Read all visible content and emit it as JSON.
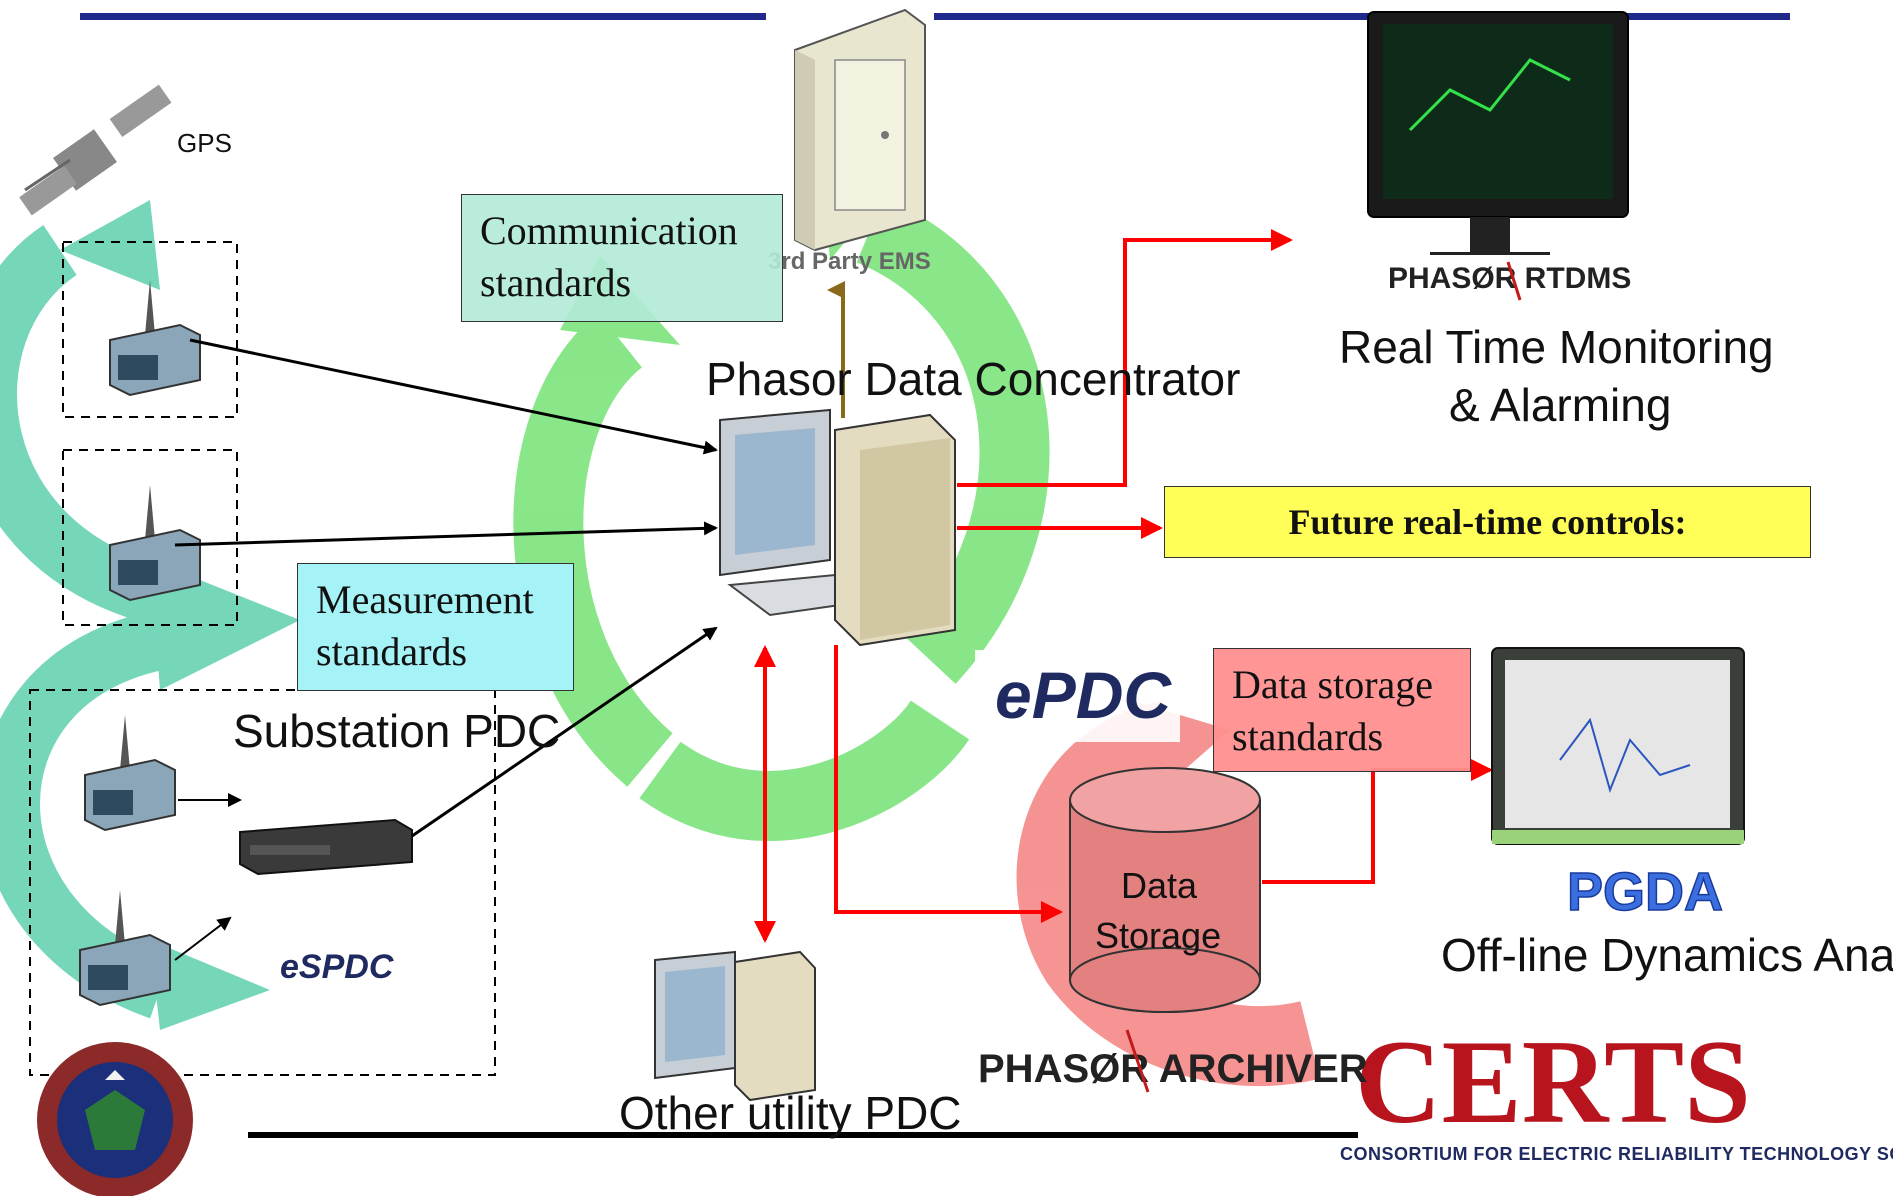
{
  "labels": {
    "gps": "GPS",
    "pdc_title": "Phasor Data Concentrator",
    "substation_pdc": "Substation PDC",
    "other_utility_pdc": "Other utility PDC",
    "ems": "3rd Party EMS",
    "rtm_line1": "Real Time Monitoring",
    "rtm_line2": "& Alarming",
    "offline": "Off-line Dynamics Ana",
    "data_storage_1": "Data",
    "data_storage_2": "Storage"
  },
  "boxes": {
    "comm_1": "Communication",
    "comm_2": "standards",
    "meas_1": "Measurement",
    "meas_2": "standards",
    "storage_1": "Data storage",
    "storage_2": "standards",
    "future": "Future real-time controls:"
  },
  "logos": {
    "rtdms": "PHASØR RTDMS",
    "archiver": "PHASØR ARCHIVER",
    "pgda": "PGDA",
    "epdc": "ePDC",
    "espdc": "eSPDC",
    "certs": "CERTS",
    "certs_sub": "Consortium for Electric Reliability Technology Solutions"
  },
  "colors": {
    "accent_line": "#1f2a8c",
    "arrow_red": "#ff0000",
    "comm_box": "#b3ead8",
    "meas_box": "#a6f3f7",
    "storage_box": "#ff8f8f",
    "future_box": "#ffff57",
    "green_arc": "#6fe06f",
    "teal_arc": "#5dcfae",
    "certs_red": "#b8141e"
  }
}
